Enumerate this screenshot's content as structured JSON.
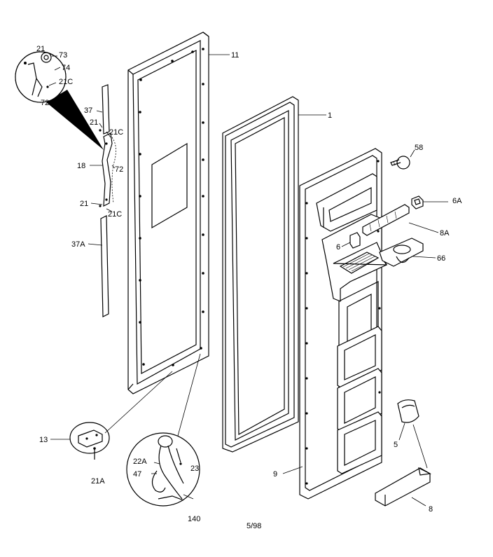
{
  "labels": {
    "p11": "11",
    "p1": "1",
    "p21_top": "21",
    "p73": "73",
    "p74": "74",
    "p21C_top": "21C",
    "p72_top": "72",
    "p37": "37",
    "p21_mid": "21",
    "p21C_mid": "21C",
    "p18": "18",
    "p72_mid": "72",
    "p21_low": "21",
    "p21C_low": "21C",
    "p37A": "37A",
    "p58": "58",
    "p6A_a": "6A",
    "p8A": "8A",
    "p6": "6",
    "p66": "66",
    "p13": "13",
    "p21A": "21A",
    "p22A": "22A",
    "p23": "23",
    "p47": "47",
    "p140": "140",
    "p9": "9",
    "p5": "5",
    "p8": "8"
  },
  "footer": "5/98"
}
